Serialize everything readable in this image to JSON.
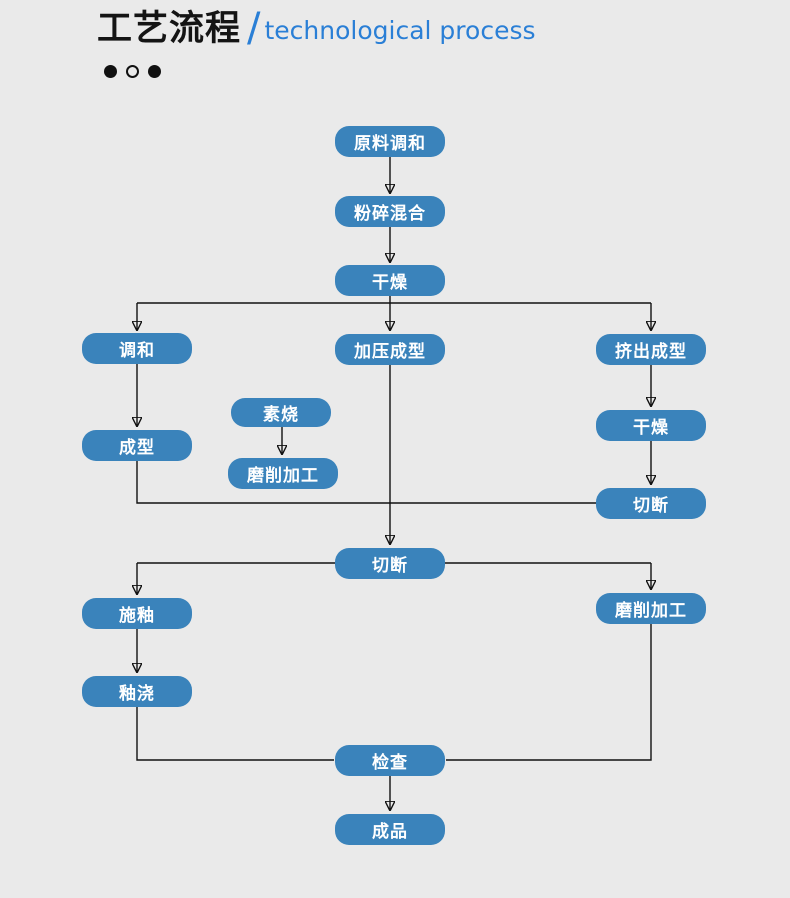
{
  "header": {
    "title_cn": "工艺流程",
    "separator": "/",
    "title_en": "technological process",
    "dots": [
      "filled",
      "hollow",
      "filled"
    ]
  },
  "colors": {
    "background": "#eaeaea",
    "node_bg": "#3a83bb",
    "node_text": "#ffffff",
    "accent_blue": "#2a7fd6",
    "connector_line": "#111111"
  },
  "flowchart": {
    "nodes": [
      {
        "id": "raw-material-mixing",
        "label": "原料调和"
      },
      {
        "id": "crush-and-mix",
        "label": "粉碎混合"
      },
      {
        "id": "drying-1",
        "label": "干燥"
      },
      {
        "id": "blending",
        "label": "调和"
      },
      {
        "id": "press-forming",
        "label": "加压成型"
      },
      {
        "id": "extrusion-forming",
        "label": "挤出成型"
      },
      {
        "id": "biscuit-firing",
        "label": "素烧"
      },
      {
        "id": "forming",
        "label": "成型"
      },
      {
        "id": "grinding-1",
        "label": "磨削加工"
      },
      {
        "id": "drying-2",
        "label": "干燥"
      },
      {
        "id": "cutting-1",
        "label": "切断"
      },
      {
        "id": "cutting-2",
        "label": "切断"
      },
      {
        "id": "glazing",
        "label": "施釉"
      },
      {
        "id": "grinding-2",
        "label": "磨削加工"
      },
      {
        "id": "glaze-pouring",
        "label": "釉浇"
      },
      {
        "id": "inspection",
        "label": "检查"
      },
      {
        "id": "finished-product",
        "label": "成品"
      }
    ],
    "edges": [
      {
        "from": "raw-material-mixing",
        "to": "crush-and-mix",
        "arrow": true
      },
      {
        "from": "crush-and-mix",
        "to": "drying-1",
        "arrow": true
      },
      {
        "from": "drying-1",
        "to": "blending",
        "arrow": true
      },
      {
        "from": "drying-1",
        "to": "press-forming",
        "arrow": true
      },
      {
        "from": "drying-1",
        "to": "extrusion-forming",
        "arrow": true
      },
      {
        "from": "blending",
        "to": "forming",
        "arrow": true
      },
      {
        "from": "biscuit-firing",
        "to": "grinding-1",
        "arrow": true
      },
      {
        "from": "press-forming",
        "to": "cutting-2",
        "arrow": true
      },
      {
        "from": "extrusion-forming",
        "to": "drying-2",
        "arrow": true
      },
      {
        "from": "drying-2",
        "to": "cutting-1",
        "arrow": true
      },
      {
        "from": "forming",
        "to": "cutting-1",
        "arrow": false
      },
      {
        "from": "cutting-2",
        "to": "glazing",
        "arrow": true
      },
      {
        "from": "cutting-2",
        "to": "grinding-2",
        "arrow": true
      },
      {
        "from": "glazing",
        "to": "glaze-pouring",
        "arrow": true
      },
      {
        "from": "glaze-pouring",
        "to": "inspection",
        "arrow": false
      },
      {
        "from": "grinding-2",
        "to": "inspection",
        "arrow": false
      },
      {
        "from": "inspection",
        "to": "finished-product",
        "arrow": true
      }
    ]
  }
}
